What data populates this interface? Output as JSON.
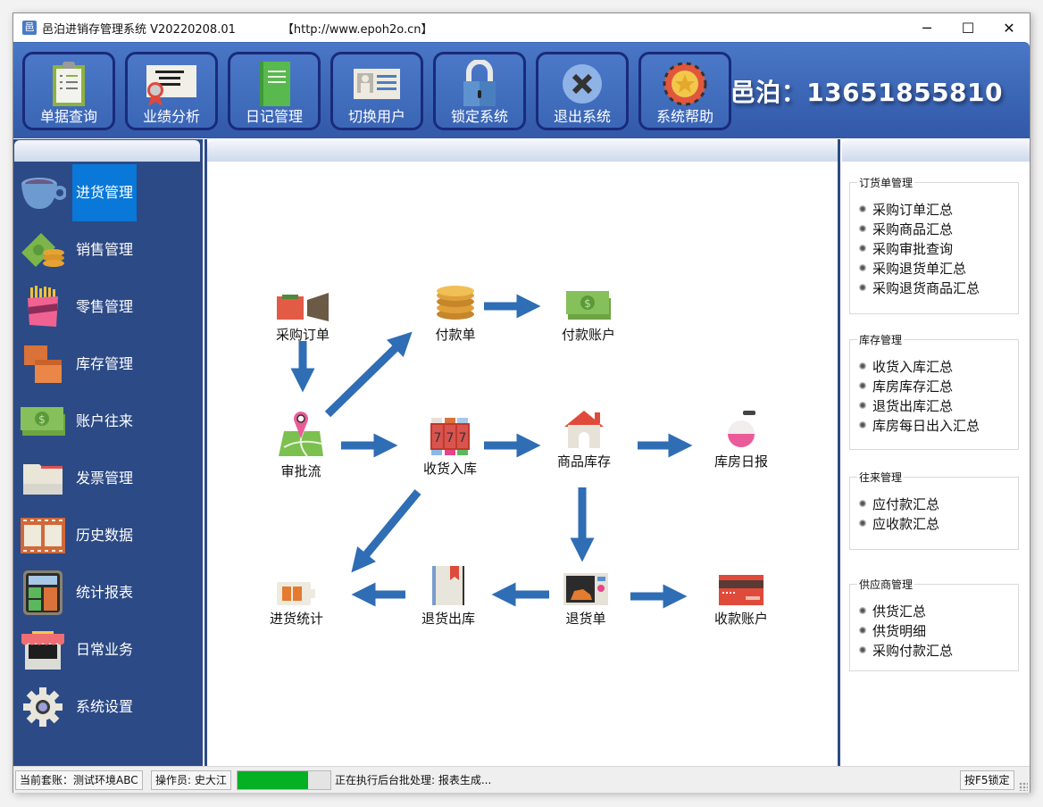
{
  "window": {
    "title": "邑泊进销存管理系统 V20220208.01",
    "url": "【http://www.epoh2o.cn】",
    "app_icon": "邑",
    "controls": {
      "minimize": "─",
      "maximize": "☐",
      "close": "✕"
    }
  },
  "toolbar": {
    "buttons": [
      {
        "label": "单据查询",
        "icon": "clipboard-icon"
      },
      {
        "label": "业绩分析",
        "icon": "certificate-icon"
      },
      {
        "label": "日记管理",
        "icon": "notebook-icon"
      },
      {
        "label": "切换用户",
        "icon": "id-card-icon"
      },
      {
        "label": "锁定系统",
        "icon": "padlock-icon"
      },
      {
        "label": "退出系统",
        "icon": "exit-x-icon"
      },
      {
        "label": "系统帮助",
        "icon": "help-badge-icon"
      }
    ],
    "brand": "邑泊：13651855810"
  },
  "sidebar": {
    "items": [
      {
        "label": "进货管理",
        "icon": "teacup-icon",
        "active": true
      },
      {
        "label": "销售管理",
        "icon": "cash-coins-icon"
      },
      {
        "label": "零售管理",
        "icon": "fries-icon"
      },
      {
        "label": "库存管理",
        "icon": "boxes-icon"
      },
      {
        "label": "账户往来",
        "icon": "banknotes-icon"
      },
      {
        "label": "发票管理",
        "icon": "folder-icon"
      },
      {
        "label": "历史数据",
        "icon": "film-icon"
      },
      {
        "label": "统计报表",
        "icon": "calculator-icon"
      },
      {
        "label": "日常业务",
        "icon": "shop-icon"
      },
      {
        "label": "系统设置",
        "icon": "gear-icon"
      }
    ]
  },
  "flow": {
    "nodes": [
      {
        "id": "purchase-order",
        "label": "采购订单"
      },
      {
        "id": "payment-slip",
        "label": "付款单"
      },
      {
        "id": "payment-account",
        "label": "付款账户"
      },
      {
        "id": "approval-flow",
        "label": "审批流"
      },
      {
        "id": "receiving",
        "label": "收货入库"
      },
      {
        "id": "inventory",
        "label": "商品库存"
      },
      {
        "id": "warehouse-daily",
        "label": "库房日报"
      },
      {
        "id": "purchase-stats",
        "label": "进货统计"
      },
      {
        "id": "return-out",
        "label": "退货出库"
      },
      {
        "id": "return-slip",
        "label": "退货单"
      },
      {
        "id": "receipt-account",
        "label": "收款账户"
      }
    ],
    "arrow_color": "#2f6db5"
  },
  "right_panel": {
    "groups": [
      {
        "title": "订货单管理",
        "items": [
          "采购订单汇总",
          "采购商品汇总",
          "采购审批查询",
          "采购退货单汇总",
          "采购退货商品汇总"
        ]
      },
      {
        "title": "库存管理",
        "items": [
          "收货入库汇总",
          "库房库存汇总",
          "退货出库汇总",
          "库房每日出入汇总"
        ]
      },
      {
        "title": "往来管理",
        "items": [
          "应付款汇总",
          "应收款汇总"
        ]
      },
      {
        "title": "供应商管理",
        "items": [
          "供货汇总",
          "供货明细",
          "采购付款汇总"
        ]
      }
    ]
  },
  "statusbar": {
    "account": "当前套账：测试环境ABC",
    "operator": "操作员: 史大江",
    "progress_percent": 76,
    "progress_color": "#06b025",
    "message": "正在执行后台批处理: 报表生成...",
    "lock_hint": "按F5锁定"
  }
}
